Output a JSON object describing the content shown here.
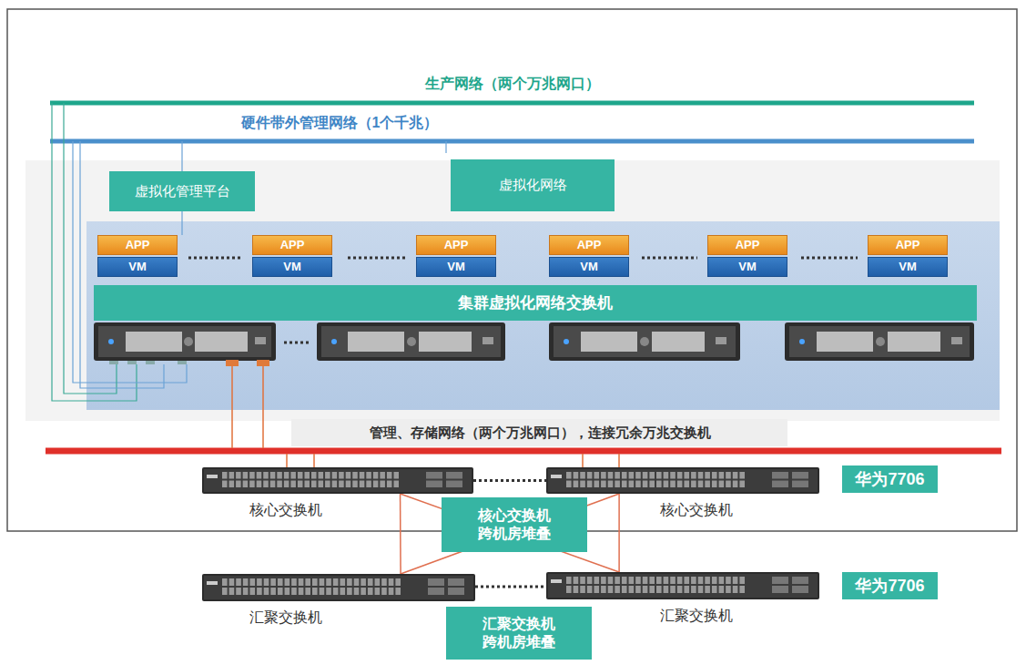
{
  "diagram": {
    "nodes": [
      {
        "text": [
          "虚拟化管理平台"
        ]
      },
      {
        "text": [
          "虚拟化网络"
        ]
      },
      {
        "text": [
          "APP"
        ]
      },
      {
        "text": [
          "VM"
        ]
      },
      {
        "text": [
          "APP"
        ]
      },
      {
        "text": [
          "VM"
        ]
      },
      {
        "text": [
          "APP"
        ]
      },
      {
        "text": [
          "VM"
        ]
      },
      {
        "text": [
          "APP"
        ]
      },
      {
        "text": [
          "VM"
        ]
      },
      {
        "text": [
          "APP"
        ]
      },
      {
        "text": [
          "VM"
        ]
      },
      {
        "text": [
          "APP"
        ]
      },
      {
        "text": [
          "VM"
        ]
      },
      {
        "text": [
          "集群虚拟化网络交换机"
        ]
      },
      {
        "text": [
          "核心交换机"
        ]
      },
      {
        "text": [
          "核心交换机"
        ]
      },
      {
        "text": [
          "华为7706"
        ]
      },
      {
        "text": [
          "核心交换机 跨机房堆叠"
        ]
      },
      {
        "text": [
          "汇聚交换机"
        ]
      },
      {
        "text": [
          "汇聚交换机"
        ]
      },
      {
        "text": [
          "华为7706"
        ]
      },
      {
        "text": [
          "汇聚交换机 跨机房堆叠"
        ]
      }
    ],
    "edges": [
      {
        "from": 15,
        "to": 16,
        "arrow": "none"
      },
      {
        "from": 15,
        "to": 19,
        "arrow": "none"
      },
      {
        "from": 15,
        "to": 20,
        "arrow": "none"
      },
      {
        "from": 16,
        "to": 19,
        "arrow": "none"
      },
      {
        "from": 16,
        "to": 20,
        "arrow": "none"
      },
      {
        "from": 19,
        "to": 20,
        "arrow": "none"
      }
    ],
    "labels": [
      "生产网络（两个万兆网口）",
      "硬件带外管理网络（1个千兆）",
      "管理、存储网络（两个万兆网口），连接冗余万兆交换机"
    ]
  }
}
